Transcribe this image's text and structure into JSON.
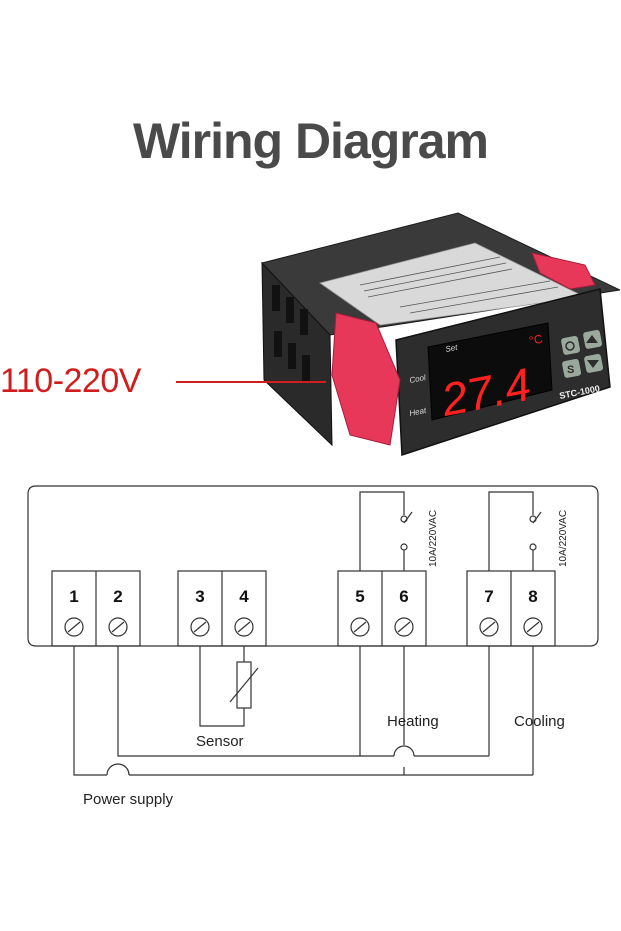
{
  "title": "Wiring Diagram",
  "supply_voltage": "110-220V",
  "device": {
    "model": "STC-1000",
    "display_value": "27.4",
    "unit": "°C",
    "indicators": [
      "Set",
      "Cool",
      "Heat"
    ],
    "buttons": [
      "power",
      "S",
      "up",
      "down"
    ],
    "colors": {
      "body": "#2b2b2b",
      "clips": "#e8385a",
      "digits": "#ff2020"
    }
  },
  "terminals": [
    "1",
    "2",
    "3",
    "4",
    "5",
    "6",
    "7",
    "8"
  ],
  "relay_ratings": [
    "10A/220VAC",
    "10A/220VAC"
  ],
  "labels": {
    "sensor": "Sensor",
    "heating": "Heating",
    "cooling": "Cooling",
    "power_supply": "Power supply"
  }
}
